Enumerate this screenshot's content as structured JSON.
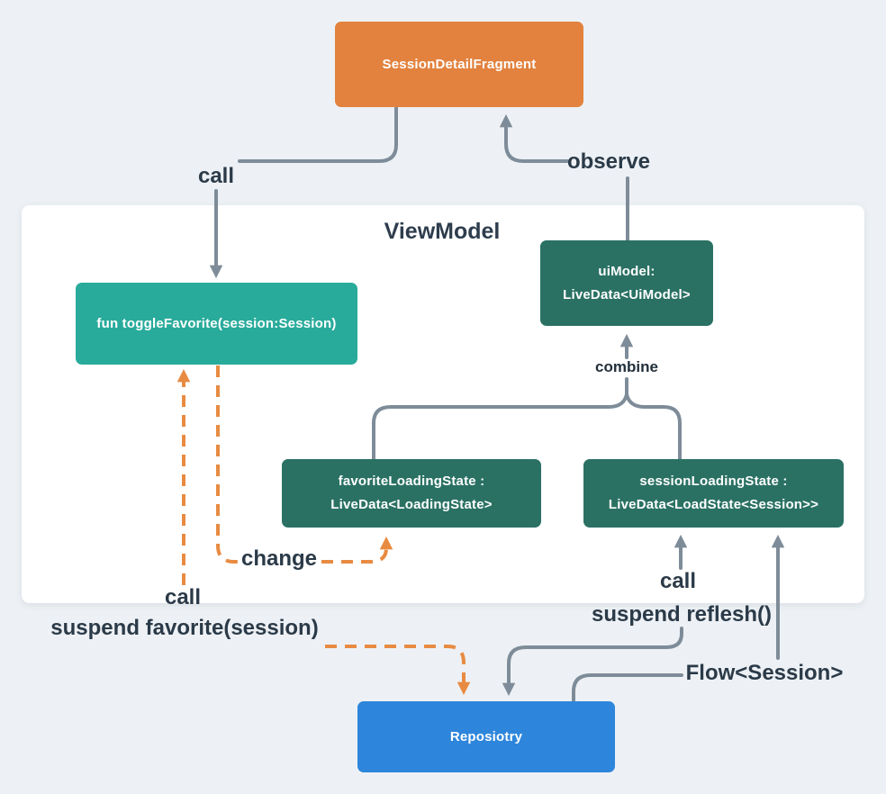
{
  "diagram_title": "ViewModel",
  "nodes": {
    "fragment": {
      "label": "SessionDetailFragment"
    },
    "toggle_favorite": {
      "label": "fun toggleFavorite(session:Session)"
    },
    "ui_model": {
      "line1": "uiModel:",
      "line2": "LiveData<UiModel>"
    },
    "favorite_loading_state": {
      "line1": "favoriteLoadingState :",
      "line2": "LiveData<LoadingState>"
    },
    "session_loading_state": {
      "line1": "sessionLoadingState :",
      "line2": "LiveData<LoadState<Session>>"
    },
    "repository": {
      "label": "Reposiotry"
    }
  },
  "edge_labels": {
    "call_top": "call",
    "observe": "observe",
    "combine": "combine",
    "change": "change",
    "call_bottom_left": "call",
    "suspend_favorite": "suspend favorite(session)",
    "call_right": "call",
    "suspend_reflesh": "suspend reflesh()",
    "flow_session": "Flow<Session>"
  },
  "colors": {
    "background": "#edf1f5",
    "panel": "#ffffff",
    "fragment_orange": "#e2823e",
    "teal": "#29ab9b",
    "dark_green": "#2a7164",
    "repository_blue": "#2d86db",
    "wire_gray": "#7e8c99",
    "wire_orange": "#e88b42",
    "label_text": "#2b3a48"
  }
}
